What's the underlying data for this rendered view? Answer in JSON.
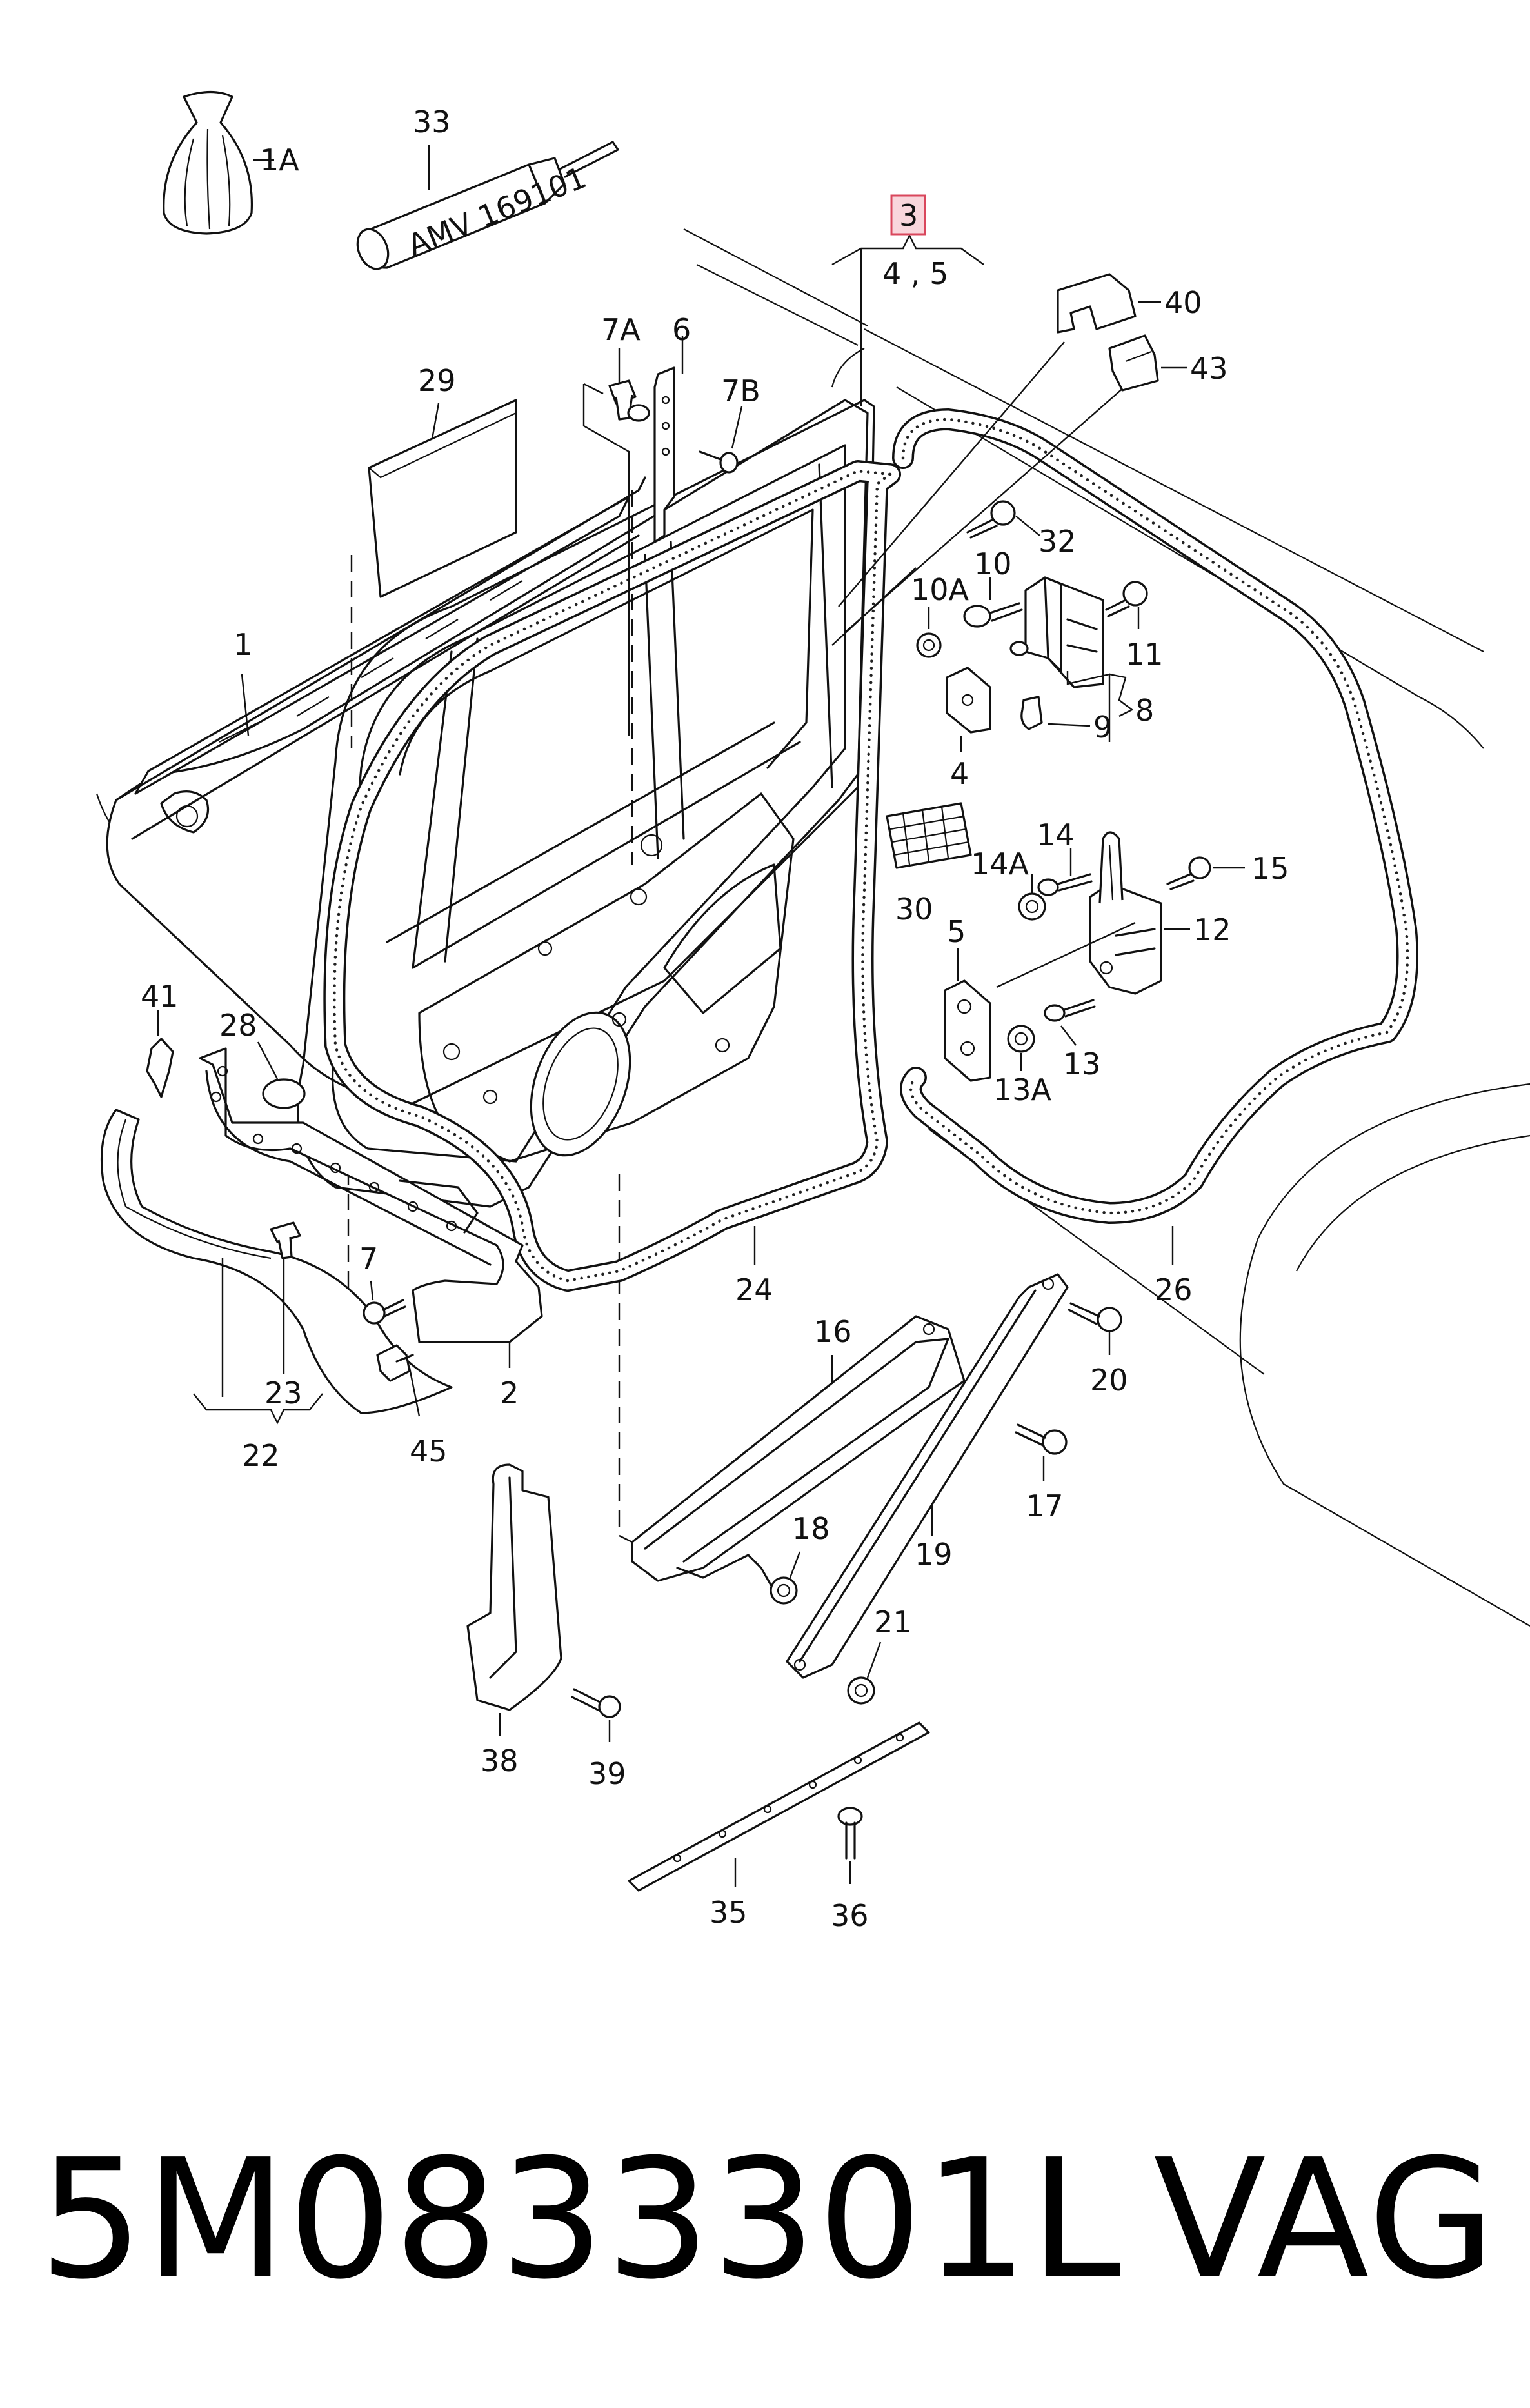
{
  "callouts": {
    "c1A": "1A",
    "c33": "33",
    "c3": "3",
    "c45set": "4 , 5",
    "c40": "40",
    "c43": "43",
    "c7A": "7A",
    "c6": "6",
    "c7B": "7B",
    "c29": "29",
    "c32": "32",
    "c10": "10",
    "c10A": "10A",
    "c11": "11",
    "c1": "1",
    "c8": "8",
    "c9": "9",
    "c4": "4",
    "c14": "14",
    "c14A": "14A",
    "c15": "15",
    "c30": "30",
    "c5": "5",
    "c12": "12",
    "c41": "41",
    "c28": "28",
    "c13": "13",
    "c13A": "13A",
    "c7": "7",
    "c24": "24",
    "c26": "26",
    "c16": "16",
    "c20": "20",
    "c23": "23",
    "c2": "2",
    "c22": "22",
    "c45": "45",
    "c17": "17",
    "c18": "18",
    "c19": "19",
    "c21": "21",
    "c38": "38",
    "c39": "39",
    "c35": "35",
    "c36": "36"
  },
  "tube_label": "AMV 169101",
  "footer": {
    "part_number": "5M0833301L",
    "brand": "VAG"
  },
  "colors": {
    "highlight_fill": "#f9d6dc",
    "highlight_stroke": "#d9475c"
  }
}
